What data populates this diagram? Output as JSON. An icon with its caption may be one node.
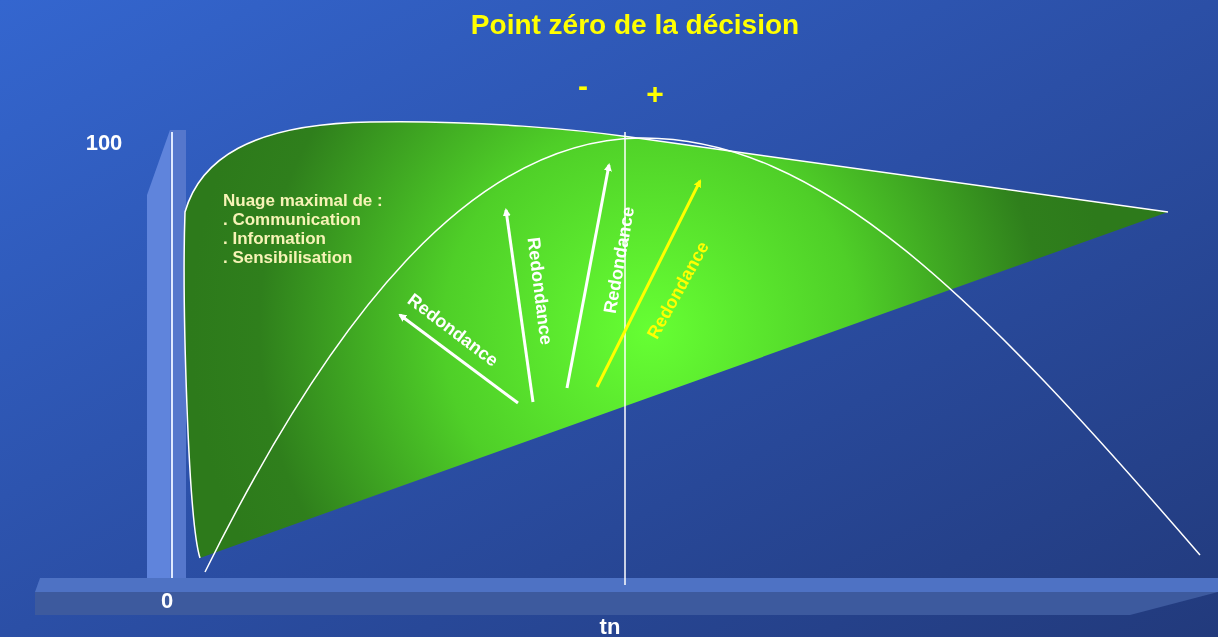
{
  "diagram": {
    "title": "Point zéro de la décision",
    "labels": [
      "-",
      "+",
      "100",
      "Nuage maximal de :",
      ". Communication",
      ". Information",
      ". Sensibilisation",
      "Redondance",
      "Redondance",
      "Redondance",
      "Redondance",
      "0",
      "tn"
    ]
  }
}
